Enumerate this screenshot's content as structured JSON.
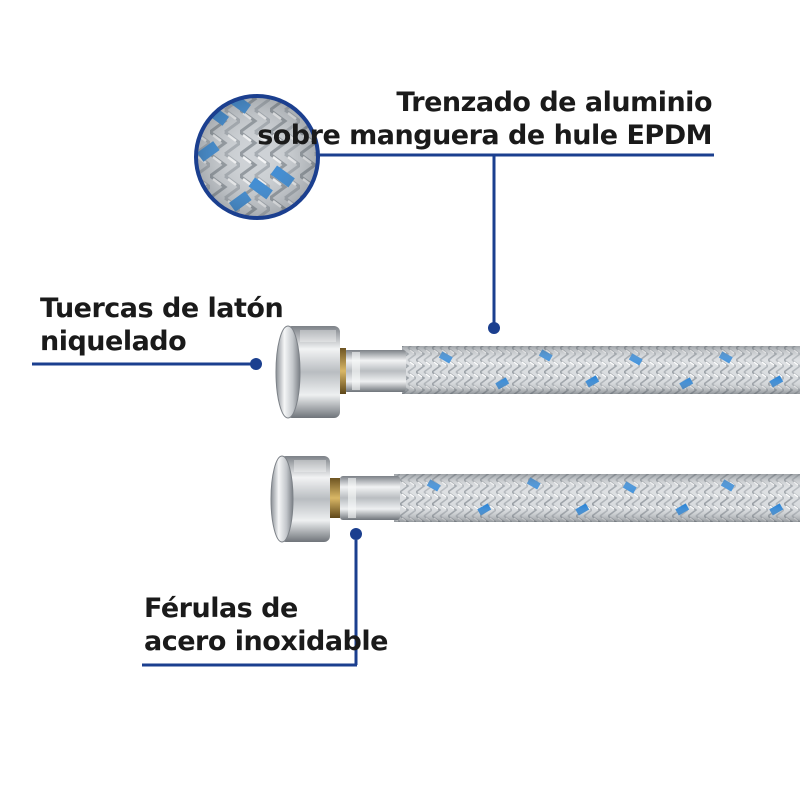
{
  "labels": {
    "braid": {
      "line1": "Trenzado de aluminio",
      "line2": "sobre manguera de hule EPDM"
    },
    "nuts": {
      "line1": "Tuercas de latón",
      "line2": "niquelado"
    },
    "ferrules": {
      "line1": "Férulas de",
      "line2": "acero inoxidable"
    }
  },
  "colors": {
    "callout_line": "#1b3f8f",
    "braid_accent": "#2f86d6",
    "braid_silver": "#c9ccd0",
    "text": "#1a1a1a",
    "background": "#ffffff"
  },
  "icons": {
    "braid_detail": "braided-hose-closeup-icon",
    "callout_dot": "callout-dot-icon"
  }
}
